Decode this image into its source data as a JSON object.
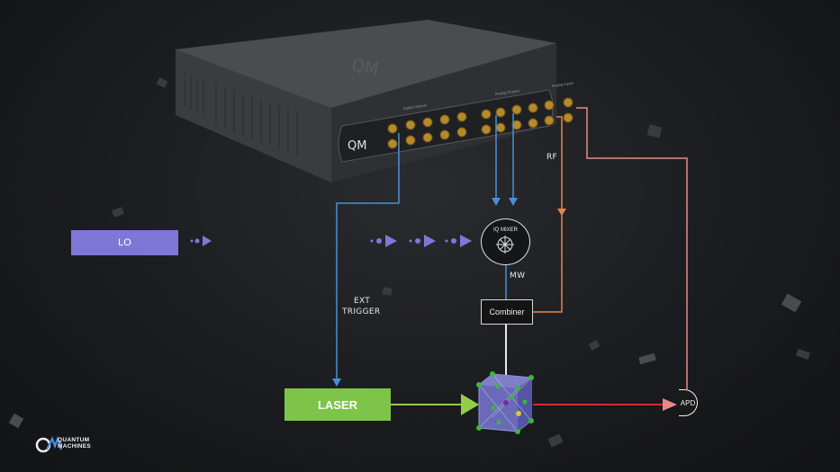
{
  "device": {
    "brand_mark": "QM",
    "digital_outputs_label": "Digital Outputs",
    "analog_outputs_label": "Analog Outputs",
    "analog_inputs_label": "Analog Inputs"
  },
  "blocks": {
    "lo": "LO",
    "iq_mixer": "IQ MIXER",
    "combiner": "Combiner",
    "laser": "LASER",
    "apd": "APD"
  },
  "signal_labels": {
    "rf": "RF",
    "mw": "MW",
    "ext_trigger_line1": "EXT",
    "ext_trigger_line2": "TRIGGER"
  },
  "logo": {
    "line1": "QUANTUM",
    "line2": "MACHINES"
  },
  "colors": {
    "lo": "#7f77d8",
    "laser": "#7ec34a",
    "signal_blue": "#4a8fd8",
    "signal_orange": "#e0884a",
    "signal_pink": "#e88a8a",
    "signal_red": "#d42a2a",
    "signal_green": "#8fcf4a"
  }
}
